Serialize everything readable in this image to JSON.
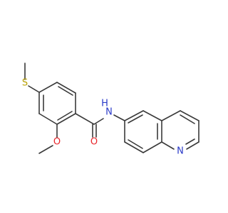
{
  "molecule": {
    "atoms": {
      "S": {
        "text": "S",
        "color": "#b8a000"
      },
      "O_methoxy": {
        "text": "O",
        "color": "#e8262b"
      },
      "O_carbonyl": {
        "text": "O",
        "color": "#e8262b"
      },
      "NH": {
        "text": "H",
        "color": "#2a3ac8"
      },
      "NH_N": {
        "text": "N",
        "color": "#2a3ac8"
      },
      "N_ring": {
        "text": "N",
        "color": "#2a3ac8"
      }
    },
    "bond_color": "#3a3a3a"
  }
}
